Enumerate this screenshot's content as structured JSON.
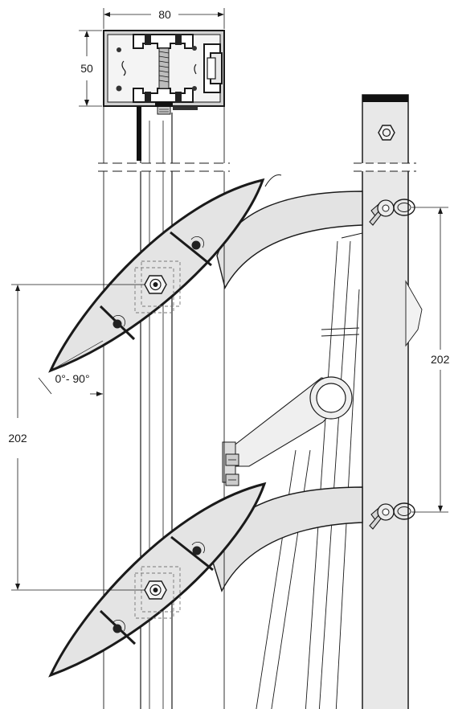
{
  "dimensions": {
    "profile_width": "80",
    "profile_height": "50",
    "bracket_spacing_left": "202",
    "bracket_spacing_right": "202",
    "angle_range": "0°- 90°"
  },
  "colors": {
    "line": "#1a1a1a",
    "fill_light": "#e6e6e6",
    "fill_mid": "#d4d4d4",
    "fill_profile": "#cfcfcf",
    "fill_dark": "#111111"
  }
}
